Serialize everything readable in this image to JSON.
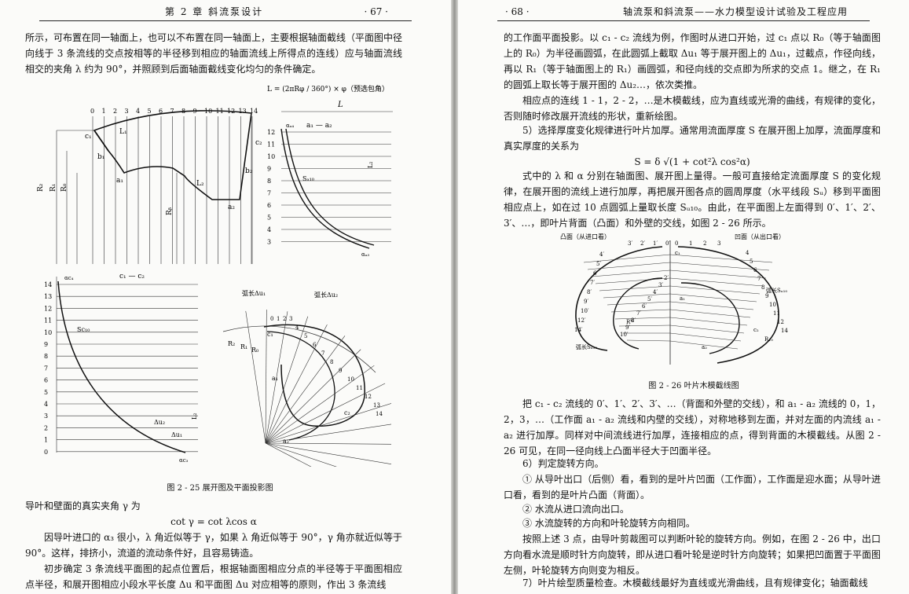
{
  "left": {
    "header": {
      "chapter": "第 2 章    斜流泵设计",
      "page": "· 67 ·"
    },
    "p1": "所示，可布置在同一轴面上，也可以不布置在同一轴面上，主要根据轴面截线（平面图中径向线于 3 条流线的交点按相等的半径移到相应的轴面流线上所得点的连线）应与轴面流线相交的夹角 λ 约为 90°，并照顾到后面轴面截线变化均匀的条件确定。",
    "fig1": {
      "formula": "L = (2πRφ / 360°) × φ（预选包角）",
      "top_ticks": [
        "0",
        "1",
        "2",
        "3",
        "4",
        "5",
        "6",
        "7",
        "8",
        "9",
        "10",
        "11",
        "12",
        "13",
        "14"
      ],
      "labels": {
        "c1": "c₁",
        "c2": "c₂",
        "b1": "b₁",
        "b2": "b₂",
        "a1": "a₁",
        "a2": "a₂",
        "R0": "R₀",
        "R1": "R₁",
        "R2": "R₂",
        "Rb": "Rᵦ",
        "L1": "L₁",
        "L2": "L₂",
        "L": "L",
        "a_line": "a₁ — a₂",
        "aa4": "αₐ₄",
        "aa3": "αₐ₃",
        "Sa10": "Sₐ₁₀",
        "Ls": "L₂"
      },
      "side_ticks": [
        "12",
        "11",
        "10",
        "9",
        "8",
        "7",
        "6",
        "5",
        "4",
        "3"
      ]
    },
    "fig2": {
      "title": "c₁ — c₂",
      "side_ticks": [
        "14",
        "13",
        "12",
        "11",
        "10",
        "9",
        "8",
        "7",
        "6",
        "5",
        "4",
        "3",
        "2",
        "1",
        "0"
      ],
      "labels": {
        "ac4": "αc₄",
        "Sc10": "Sc₁₀",
        "du2": "Δu₂",
        "du1": "Δu₁",
        "ac3": "αc₃",
        "l2": "L₂"
      }
    },
    "fig3": {
      "arc1": "弧长Δu₁",
      "arc2": "弧长Δu₂",
      "ticks": [
        "0",
        "1",
        "2",
        "3",
        "4",
        "5",
        "6",
        "7",
        "8",
        "9",
        "10",
        "11",
        "12",
        "13",
        "14"
      ],
      "labels": {
        "c1": "c₁",
        "c2": "c₂",
        "a1": "a₁",
        "a2": "a₂",
        "R2": "R₂",
        "R1": "R₁",
        "R0": "R₀"
      }
    },
    "caption": "图 2 - 25    展开图及平面投影图",
    "p2": "导叶和壁面的真实夹角 γ 为",
    "formula2": "cot γ = cot λcos α",
    "p3": "因导叶进口的 α₃ 很小，λ 角近似等于 γ，如果 λ 角近似等于 90°，γ 角亦就近似等于 90°。这样，排挤小，流道的流动条件好，且容易铸造。",
    "p4": "初步确定 3 条流线平面图的起点位置后，根据轴面图相应分点的半径等于平面图相应点半径，和展开图相应小段水平长度 Δu 和平面图 Δu 对应相等的原则，作出 3 条流线"
  },
  "right": {
    "header": {
      "page": "· 68 ·",
      "title": "轴流泵和斜流泵——水力模型设计试验及工程应用"
    },
    "p1": "的工作面平面投影。以 c₁ - c₂ 流线为例，作图时从进口开始，过 c₁ 点以 R₀（等于轴面图上的 R₀）为半径画圆弧，在此圆弧上截取 Δu₁ 等于展开图上的 Δu₁，过截点，作径向线，再以 R₁（等于轴面图上的 R₁）画圆弧，和径向线的交点即为所求的交点 1。继之，在 R₁ 的圆弧上取长等于展开图的 Δu₂…，依次类推。",
    "p2": "相应点的连线 1 - 1，2 - 2，…是木模截线，应为直线或光滑的曲线，有规律的变化，否则随时修改展开流线的形状，重新绘图。",
    "p3": "5）选择厚度变化规律进行叶片加厚。通常用流面厚度 S 在展开图上加厚，流面厚度和真实厚度的关系为",
    "formula": "S = δ √(1 + cot²λ cos²α)",
    "p4": "式中的 λ 和 α 分别在轴面图、展开图上量得。一般可直接给定流面厚度 S 的变化规律，在展开图的流线上进行加厚，再把展开图各点的圆周厚度（水平线段 Sᵤ）移到平面图相应点上，如在过 10 点圆弧上量取长度 Sᵤ₁₀。由此，在平面图上左面得到 0′、1′、2′、3′、…，即叶片背面（凸面）和外壁的交线，如图 2 - 26 所示。",
    "fig": {
      "left_label": "凸面（从进口看）",
      "right_label": "凹面（从出口看）",
      "left_top": [
        "3′",
        "2′",
        "1′",
        "0′"
      ],
      "right_top": [
        "0",
        "1",
        "2",
        "3"
      ],
      "left_side": [
        "4′",
        "5′",
        "6′",
        "7′",
        "8′",
        "9′",
        "10′",
        "12′",
        "14′"
      ],
      "right_side": [
        "4",
        "5",
        "6",
        "7",
        "8",
        "9",
        "10",
        "11",
        "12",
        "14"
      ],
      "inner_left": [
        "2′",
        "3′",
        "4′",
        "5′",
        "6′",
        "7′",
        "8′",
        "9′",
        "10′"
      ],
      "labels": {
        "c1": "c₁",
        "a1": "a₁",
        "a2": "a₂",
        "c2": "c₂",
        "Rw": "Rᵂ",
        "R10": "R₁₀",
        "Su10": "弧长Sᵤ₁₀",
        "Sw10": "弧长Sᵤ₁₀",
        "c": "c₁"
      }
    },
    "caption": "图 2 - 26    叶片木模截线图",
    "p5": "把 c₁ - c₂ 流线的 0′、1′、2′、3′、…（背面和外壁的交线），和 a₁ - a₂ 流线的 0，1，2，3，…（工作面 a₁ - a₂ 流线和内壁的交线），对称地移到左面，并对左面的内流线 a₁ - a₂ 进行加厚。同样对中间流线进行加厚，连接相应的点，得到背面的木模截线。从图 2 - 26 可见，在同一径向线上凸面半径大于凹面半径。",
    "p6": "6）判定旋转方向。",
    "p7": "① 从导叶出口（后侧）看，看到的是叶片凹面（工作面），工作面是迎水面；从导叶进口看，看到的是叶片凸面（背面）。",
    "p8": "② 水流从进口流向出口。",
    "p9": "③ 水流旋转的方向和叶轮旋转方向相同。",
    "p10": "按照上述 3 点，由导叶剪裁图可以判断叶轮的旋转方向。例如，在图 2 - 26 中，出口方向看水流是顺时针方向旋转，即从进口看叶轮是逆时针方向旋转；如果把凹面置于平面图左侧，叶轮旋转方向则变为相反。",
    "p11": "7）叶片绘型质量检查。木模截线最好为直线或光滑曲线，且有规律变化；轴面截线"
  }
}
